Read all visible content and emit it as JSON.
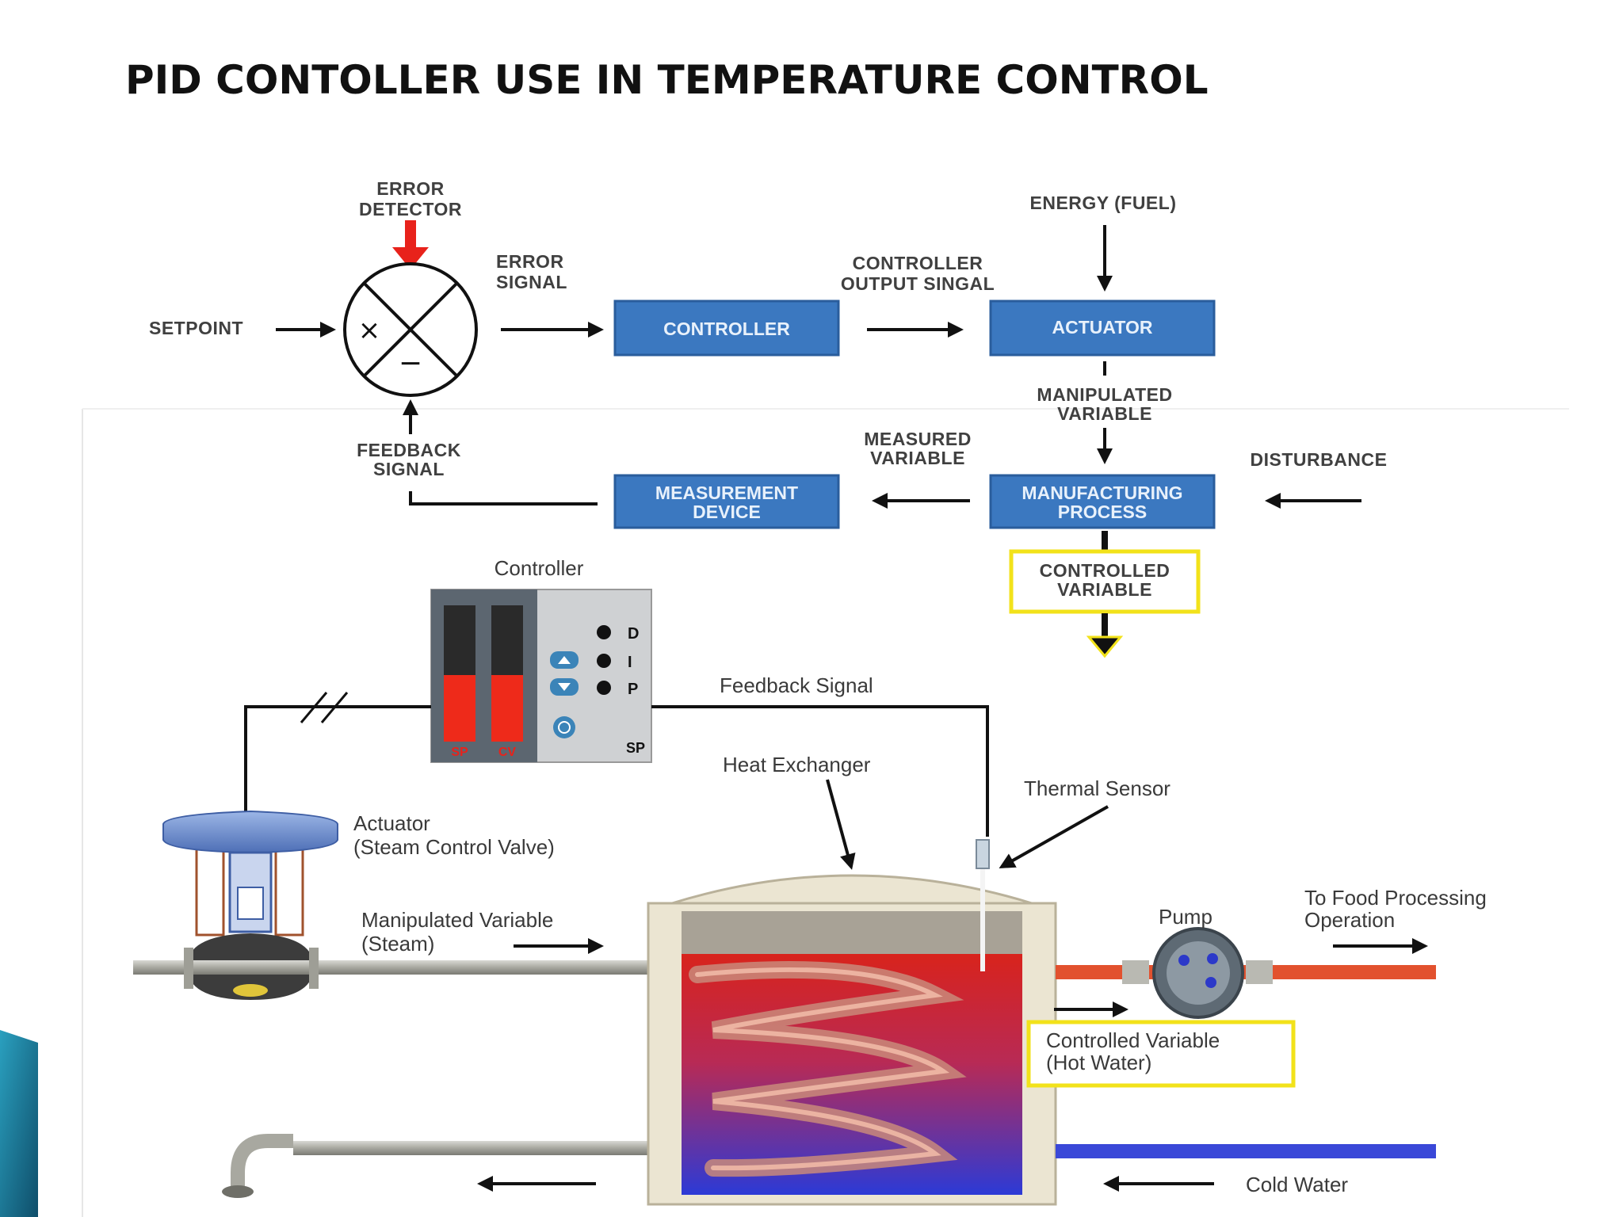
{
  "slide": {
    "title": "PID CONTOLLER USE IN TEMPERATURE CONTROL"
  },
  "block_diagram": {
    "error_detector": [
      "ERROR",
      "DETECTOR"
    ],
    "setpoint": "SETPOINT",
    "error_signal": [
      "ERROR",
      "SIGNAL"
    ],
    "controller": "CONTROLLER",
    "controller_output": [
      "CONTROLLER",
      "OUTPUT SINGAL"
    ],
    "energy": "ENERGY (FUEL)",
    "actuator": "ACTUATOR",
    "manipulated_variable": [
      "MANIPULATED",
      "VARIABLE"
    ],
    "measured_variable": [
      "MEASURED",
      "VARIABLE"
    ],
    "disturbance": "DISTURBANCE",
    "feedback_signal": [
      "FEEDBACK",
      "SIGNAL"
    ],
    "measurement_device": [
      "MEASUREMENT",
      "DEVICE"
    ],
    "manufacturing_process": [
      "MANUFACTURING",
      "PROCESS"
    ],
    "controlled_variable": [
      "CONTROLLED",
      "VARIABLE"
    ],
    "summing_plus": "×",
    "summing_minus": "−"
  },
  "process": {
    "controller_label": "Controller",
    "panel": {
      "bar1": "SP",
      "bar2": "CV",
      "d": "D",
      "i": "I",
      "p": "P",
      "sp": "SP"
    },
    "feedback_signal": "Feedback Signal",
    "heat_exchanger": "Heat Exchanger",
    "thermal_sensor": "Thermal Sensor",
    "actuator": [
      "Actuator",
      "(Steam Control Valve)"
    ],
    "manipulated_variable": [
      "Manipulated Variable",
      "(Steam)"
    ],
    "pump": "Pump",
    "to_food": [
      "To Food Processing",
      "Operation"
    ],
    "controlled_variable": [
      "Controlled Variable",
      "(Hot Water)"
    ],
    "cold_water": "Cold Water"
  },
  "colors": {
    "block_blue": "#3b78c0",
    "highlight_yellow": "#f2e21a",
    "error_arrow_red": "#e8221b",
    "accent_teal": "#1b6f8c"
  }
}
